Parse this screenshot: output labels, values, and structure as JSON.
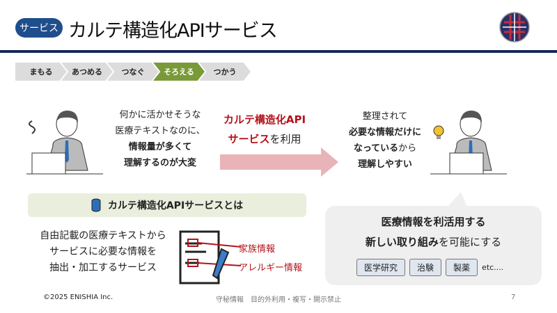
{
  "header": {
    "badge": "サービス",
    "title": "カルテ構造化APIサービス"
  },
  "steps": [
    {
      "label": "まもる"
    },
    {
      "label": "あつめる"
    },
    {
      "label": "つなぐ"
    },
    {
      "label": "そろえる",
      "active": true
    },
    {
      "label": "つかう"
    }
  ],
  "left_text": {
    "l1": "何かに活かせそうな",
    "l2": "医療テキストなのに、",
    "l3": "情報量が多くて",
    "l4": "理解するのが大変"
  },
  "center": {
    "l1": "カルテ構造化API",
    "l2a": "サービス",
    "l2b": "を利用"
  },
  "right_text": {
    "l1": "整理されて",
    "l2": "必要な情報だけに",
    "l3a": "なっている",
    "l3b": "から",
    "l4": "理解しやすい"
  },
  "about": {
    "heading": "カルテ構造化APIサービスとは",
    "l1": "自由記載の医療テキストから",
    "l2": "サービスに必要な情報を",
    "l3": "抽出・加工するサービス",
    "label1": "家族情報",
    "label2": "アレルギー情報"
  },
  "bubble": {
    "l1": "医療情報を利活用する",
    "l2a": "新しい取り組み",
    "l2b": "を可能にする",
    "tags": [
      "医学研究",
      "治験",
      "製薬"
    ],
    "etc": "etc...."
  },
  "footer": {
    "copyright": "©2025 ENISHIA Inc.",
    "notice": "守秘情報　目的外利用・複写・開示禁止",
    "page": "7"
  },
  "colors": {
    "navy": "#17275a",
    "badge": "#1f4e8c",
    "active_step": "#7a9a3a",
    "accent_red": "#b3131b"
  }
}
